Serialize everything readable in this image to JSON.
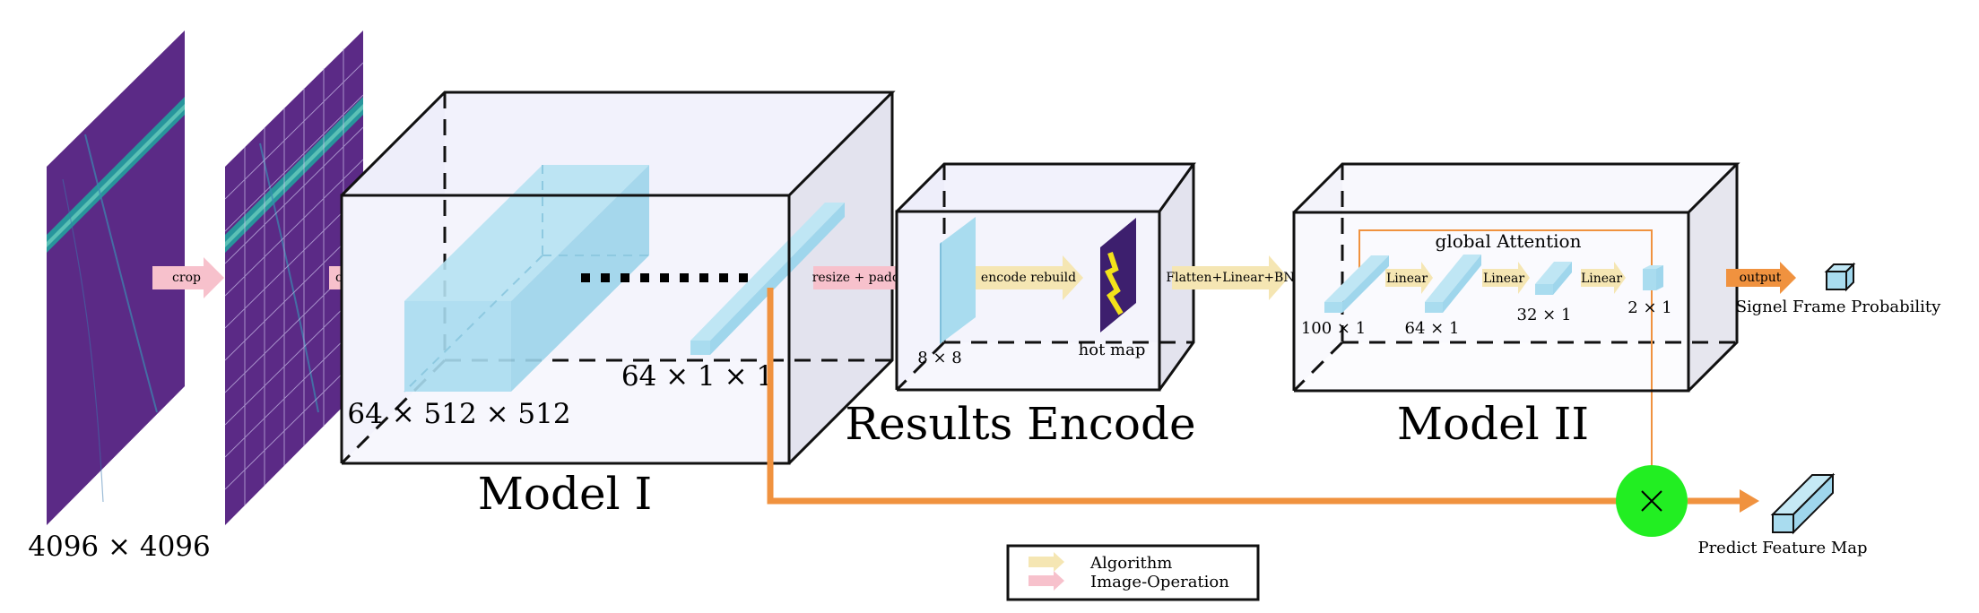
{
  "inputs": {
    "original_dim": "4096 × 4096"
  },
  "ops": {
    "crop": "crop",
    "overlay": "overlay",
    "resize_padding": "resize + padding",
    "encode_rebuild": "encode rebuild",
    "flatten": "Flatten+Linear+BN",
    "linear1": "Linear",
    "linear2": "Linear",
    "linear3": "Linear",
    "output": "output"
  },
  "model1": {
    "title": "Model I",
    "feature_dim": "64 × 512 × 512",
    "vector_dim": "64 × 1 × 1"
  },
  "encode": {
    "title": "Results Encode",
    "grid_dim": "8 × 8",
    "hot_map": "hot map"
  },
  "model2": {
    "title": "Model II",
    "attention": "global Attention",
    "dims": [
      "100 × 1",
      "64 × 1",
      "32 × 1",
      "2 × 1"
    ]
  },
  "outputs": {
    "probability": "Signel Frame Probability",
    "feature_map": "Predict Feature Map"
  },
  "legend": {
    "algorithm": "Algorithm",
    "image_operation": "Image-Operation"
  },
  "colors": {
    "image_bg": "#5b2a86",
    "stripe": "#1fa8a0",
    "cube_fill": "#a9dcef",
    "box_fill": "#eeeefa",
    "algorithm_arrow": "#f5e6b3",
    "image_op_arrow": "#f7c1cc",
    "connector": "#f0923f",
    "multiply_node": "#22ee22"
  }
}
